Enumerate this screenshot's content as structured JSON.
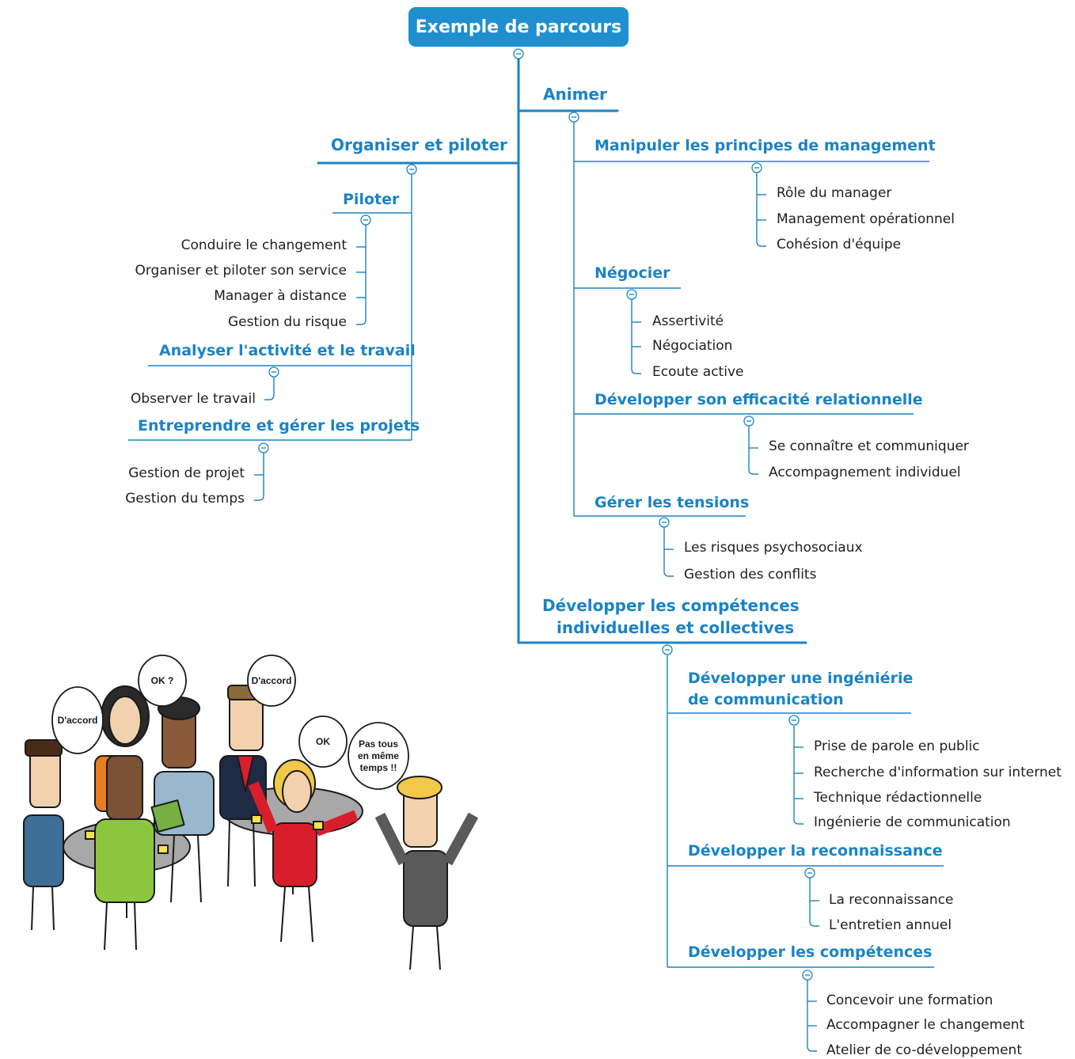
{
  "root": "Exemple de parcours",
  "colors": {
    "accent": "#1f8fd0",
    "branch": "#1a83c6",
    "text": "#1e1e1e"
  },
  "organiser": {
    "title": "Organiser et piloter",
    "piloter": {
      "title": "Piloter",
      "items": [
        "Conduire le changement",
        "Organiser et piloter son service",
        "Manager à distance",
        "Gestion du risque"
      ]
    },
    "analyser": {
      "title": "Analyser l'activité et le travail",
      "items": [
        "Observer le travail"
      ]
    },
    "entreprendre": {
      "title": "Entreprendre et gérer les projets",
      "items": [
        "Gestion de projet",
        "Gestion du temps"
      ]
    }
  },
  "animer": {
    "title": "Animer",
    "manipuler": {
      "title": "Manipuler les principes de management",
      "items": [
        "Rôle du manager",
        "Management opérationnel",
        "Cohésion d'équipe"
      ]
    },
    "negocier": {
      "title": "Négocier",
      "items": [
        "Assertivité",
        "Négociation",
        "Ecoute active"
      ]
    },
    "efficacite": {
      "title": "Développer son efficacité relationnelle",
      "items": [
        "Se connaître et communiquer",
        "Accompagnement individuel"
      ]
    },
    "tensions": {
      "title": "Gérer les tensions",
      "items": [
        "Les risques psychosociaux",
        "Gestion des conflits"
      ]
    }
  },
  "developper": {
    "title_line1": "Développer les compétences",
    "title_line2": "individuelles et collectives",
    "ingenierie": {
      "title_line1": "Développer une ingéniérie",
      "title_line2": "de communication",
      "items": [
        "Prise de parole en public",
        "Recherche d'information sur internet",
        "Technique rédactionnelle",
        "Ingénierie de communication"
      ]
    },
    "reconnaissance": {
      "title": "Développer la reconnaissance",
      "items": [
        "La reconnaissance",
        "L'entretien annuel"
      ]
    },
    "competences": {
      "title": "Développer les compétences",
      "items": [
        "Concevoir une formation",
        "Accompagner le changement",
        "Atelier de co-développement"
      ]
    }
  },
  "illustration": {
    "bubbles": [
      "D'accord",
      "OK ?",
      "D'accord",
      "OK",
      "Pas tous",
      "en même",
      "temps !!"
    ]
  }
}
